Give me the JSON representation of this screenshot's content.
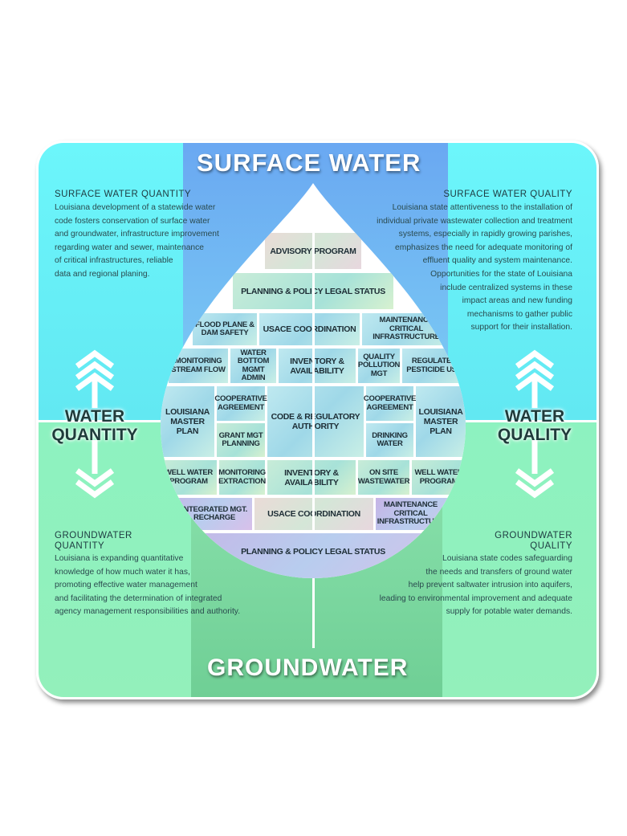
{
  "titles": {
    "top": "SURFACE WATER",
    "bottom": "GROUNDWATER"
  },
  "side": {
    "left": [
      "WATER",
      "QUANTITY"
    ],
    "right": [
      "WATER",
      "QUALITY"
    ]
  },
  "quadrants": {
    "swq_title": "SURFACE WATER QUANTITY",
    "swq_text": [
      "Louisiana development of a statewide water",
      "code fosters conservation of surface water",
      "and groundwater, infrastructure improvement",
      "regarding water and sewer, maintenance",
      "of critical infrastructures, reliable",
      "data and regional planing."
    ],
    "swql_title": "SURFACE WATER QUALITY",
    "swql_text": [
      "Louisiana state attentiveness to the installation of",
      "individual private wastewater collection and treatment",
      "systems, especially in rapidly growing parishes,",
      "emphasizes the need for adequate monitoring of",
      "effluent quality and system maintenance.",
      "Opportunities for the state of Louisiana",
      "include centralized systems in these",
      "impact areas and new funding",
      "mechanisms to gather public",
      "support for their installation."
    ],
    "gwq_title": [
      "GROUNDWATER",
      "QUANTITY"
    ],
    "gwq_text": [
      "Louisiana is expanding quantitative",
      "knowledge of how much water it has,",
      "promoting effective water management",
      "and facilitating the determination of integrated",
      "agency management responsibilities and authority."
    ],
    "gwql_title": [
      "GROUNDWATER",
      "QUALITY"
    ],
    "gwql_text": [
      "Louisiana state codes safeguarding",
      "the needs and transfers of ground water",
      "help prevent saltwater intrusion into aquifers,",
      "leading to environmental improvement and adequate",
      "supply for potable water demands."
    ]
  },
  "cells": {
    "advisory": "ADVISORY PROGRAM",
    "planning_top": "PLANNING & POLICY LEGAL STATUS",
    "flood": "FLOOD PLANE & DAM SAFETY",
    "usace_top": "USACE COORDINATION",
    "maint_top": "MAINTENANCE CRITICAL INFRASTRUCTURE",
    "stream": "MONITORING STREAM FLOW",
    "water_bottom": "WATER BOTTOM MGMT ADMIN",
    "inventory_top": "INVENTORY & AVAILABILITY",
    "quality_pollution": "QUALITY POLLUTION MGT",
    "pesticide": "REGULATES PESTICIDE USE",
    "la_left": "LOUISIANA MASTER PLAN",
    "coop_left": "COOPERATIVE AGREEMENT",
    "grant": "GRANT MGT PLANNING",
    "code": "CODE & REGULATORY AUTHORITY",
    "coop_right": "COOPERATIVE AGREEMENT",
    "drinking": "DRINKING WATER",
    "la_right": "LOUISIANA MASTER PLAN",
    "well_left": "WELL WATER PROGRAM",
    "extraction": "MONITORING EXTRACTION",
    "inventory_bot": "INVENTORY & AVAILABILITY",
    "onsite": "ON SITE WASTEWATER",
    "well_right": "WELL WATER PROGRAM",
    "recharge": "INTEGRATED MGT. RECHARGE",
    "usace_bot": "USACE COORDINATION",
    "maint_bot": "MAINTENANCE CRITICAL INFRASTRUCTURE",
    "planning_bot": "PLANNING & POLICY LEGAL STATUS"
  }
}
